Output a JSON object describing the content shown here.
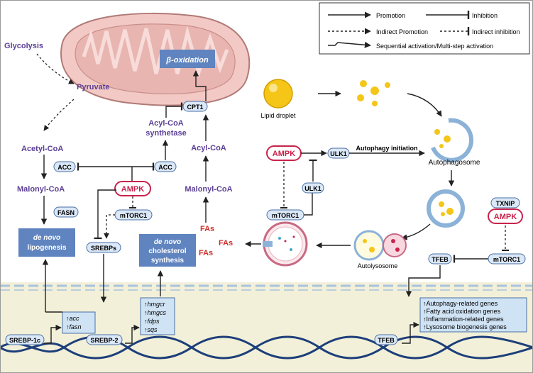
{
  "legend": {
    "promotion": "Promotion",
    "inhibition": "Inhibition",
    "indirect_promotion": "Indirect Promotion",
    "indirect_inhibition": "Indirect inhibition",
    "sequential": "Sequential activation/Multi-step activation"
  },
  "glycolysis": {
    "glycolysis": "Glycolysis",
    "pyruvate": "Pyruvate",
    "acetyl_coa": "Acetyl-CoA",
    "acc_left": "ACC",
    "malonyl_coa_left": "Malonyl-CoA",
    "fasn": "FASN"
  },
  "mito": {
    "beta_oxidation": "β-oxidation",
    "cpt1": "CPT1",
    "acyl_coa_synthetase_1": "Acyl-CoA",
    "acyl_coa_synthetase_2": "synthetase",
    "acyl_coa": "Acyl-CoA",
    "malonyl_coa_right": "Malonyl-CoA",
    "acc_right": "ACC",
    "fas": "FAs"
  },
  "center": {
    "ampk": "AMPK",
    "mtorc1": "mTORC1",
    "srebps": "SREBPs",
    "de_novo_lipo_1": "de novo",
    "de_novo_lipo_2": "lipogenesis",
    "de_novo_chol_1": "de novo",
    "de_novo_chol_2": "cholesterol",
    "de_novo_chol_3": "synthesis"
  },
  "autophagy": {
    "lipid_droplet": "Lipid droplet",
    "autophagosome": "Autophagosome",
    "autolysosome": "Autolysosome",
    "ampk": "AMPK",
    "ulk1_top": "ULK1",
    "ulk1_mid": "ULK1",
    "mtorc1": "mTORC1",
    "autophagy_initiation": "Autophagy initiation",
    "txnip": "TXNIP",
    "ampk_right": "AMPK",
    "mtorc1_right": "mTORC1",
    "tfeb": "TFEB"
  },
  "nucleus": {
    "srebp1c": "SREBP-1c",
    "srebp2": "SREBP-2",
    "tfeb": "TFEB",
    "srebp1_genes": [
      "↑acc",
      "↑fasn"
    ],
    "srebp2_genes": [
      "↑hmgcr",
      "↑hmgcs",
      "↑fdps",
      "↑sqs"
    ],
    "tfeb_genes": [
      "↑Autophagy-related genes",
      "↑Fatty acid oxidation genes",
      "↑Inflammation-related genes",
      "↑Lysosome biogenesis genes"
    ]
  },
  "colors": {
    "purple": "#5b3f95",
    "red": "#d0302b",
    "pill_fill": "#dbe8f7",
    "pill_stroke": "#4a6fa5",
    "blue_box": "#5f84bf",
    "nucleus": "#f3f0d9",
    "ampk": "#c8234b"
  }
}
